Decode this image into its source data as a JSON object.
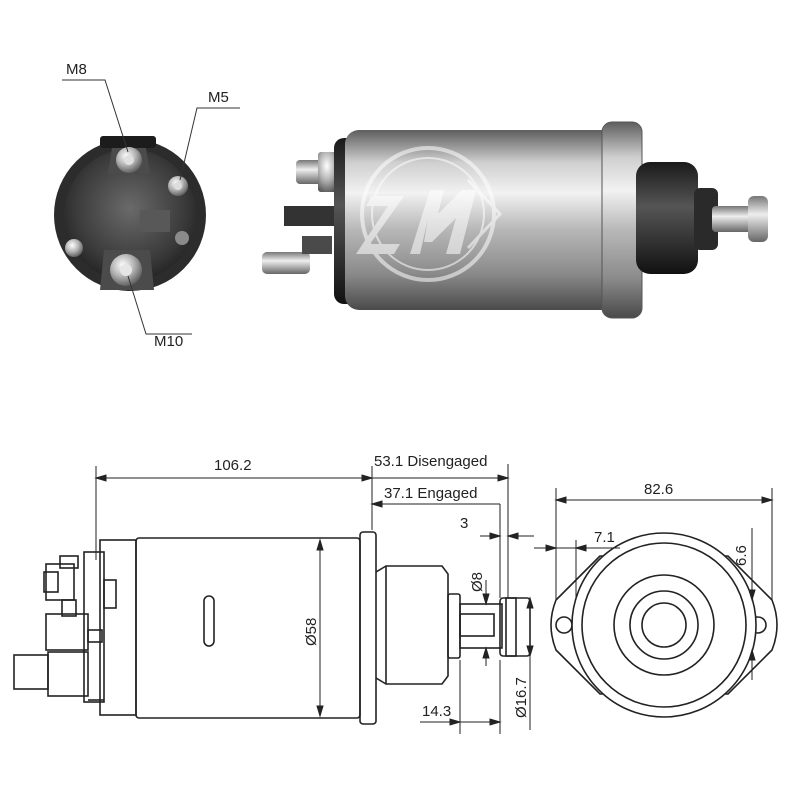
{
  "photo": {
    "terminals": {
      "m8": "M8",
      "m5": "M5",
      "m10": "M10"
    },
    "watermark_icon": "zm-logo-watermark"
  },
  "drawing": {
    "side": {
      "length": "106.2",
      "disengaged": "53.1 Disengaged",
      "engaged": "37.1 Engaged",
      "gap": "3",
      "body_diameter": "Ø58",
      "plunger_diameter": "Ø8",
      "head_diameter": "Ø16.7",
      "head_offset": "14.3"
    },
    "end": {
      "width": "82.6",
      "hole": "7.1",
      "tab": "6.6"
    }
  }
}
